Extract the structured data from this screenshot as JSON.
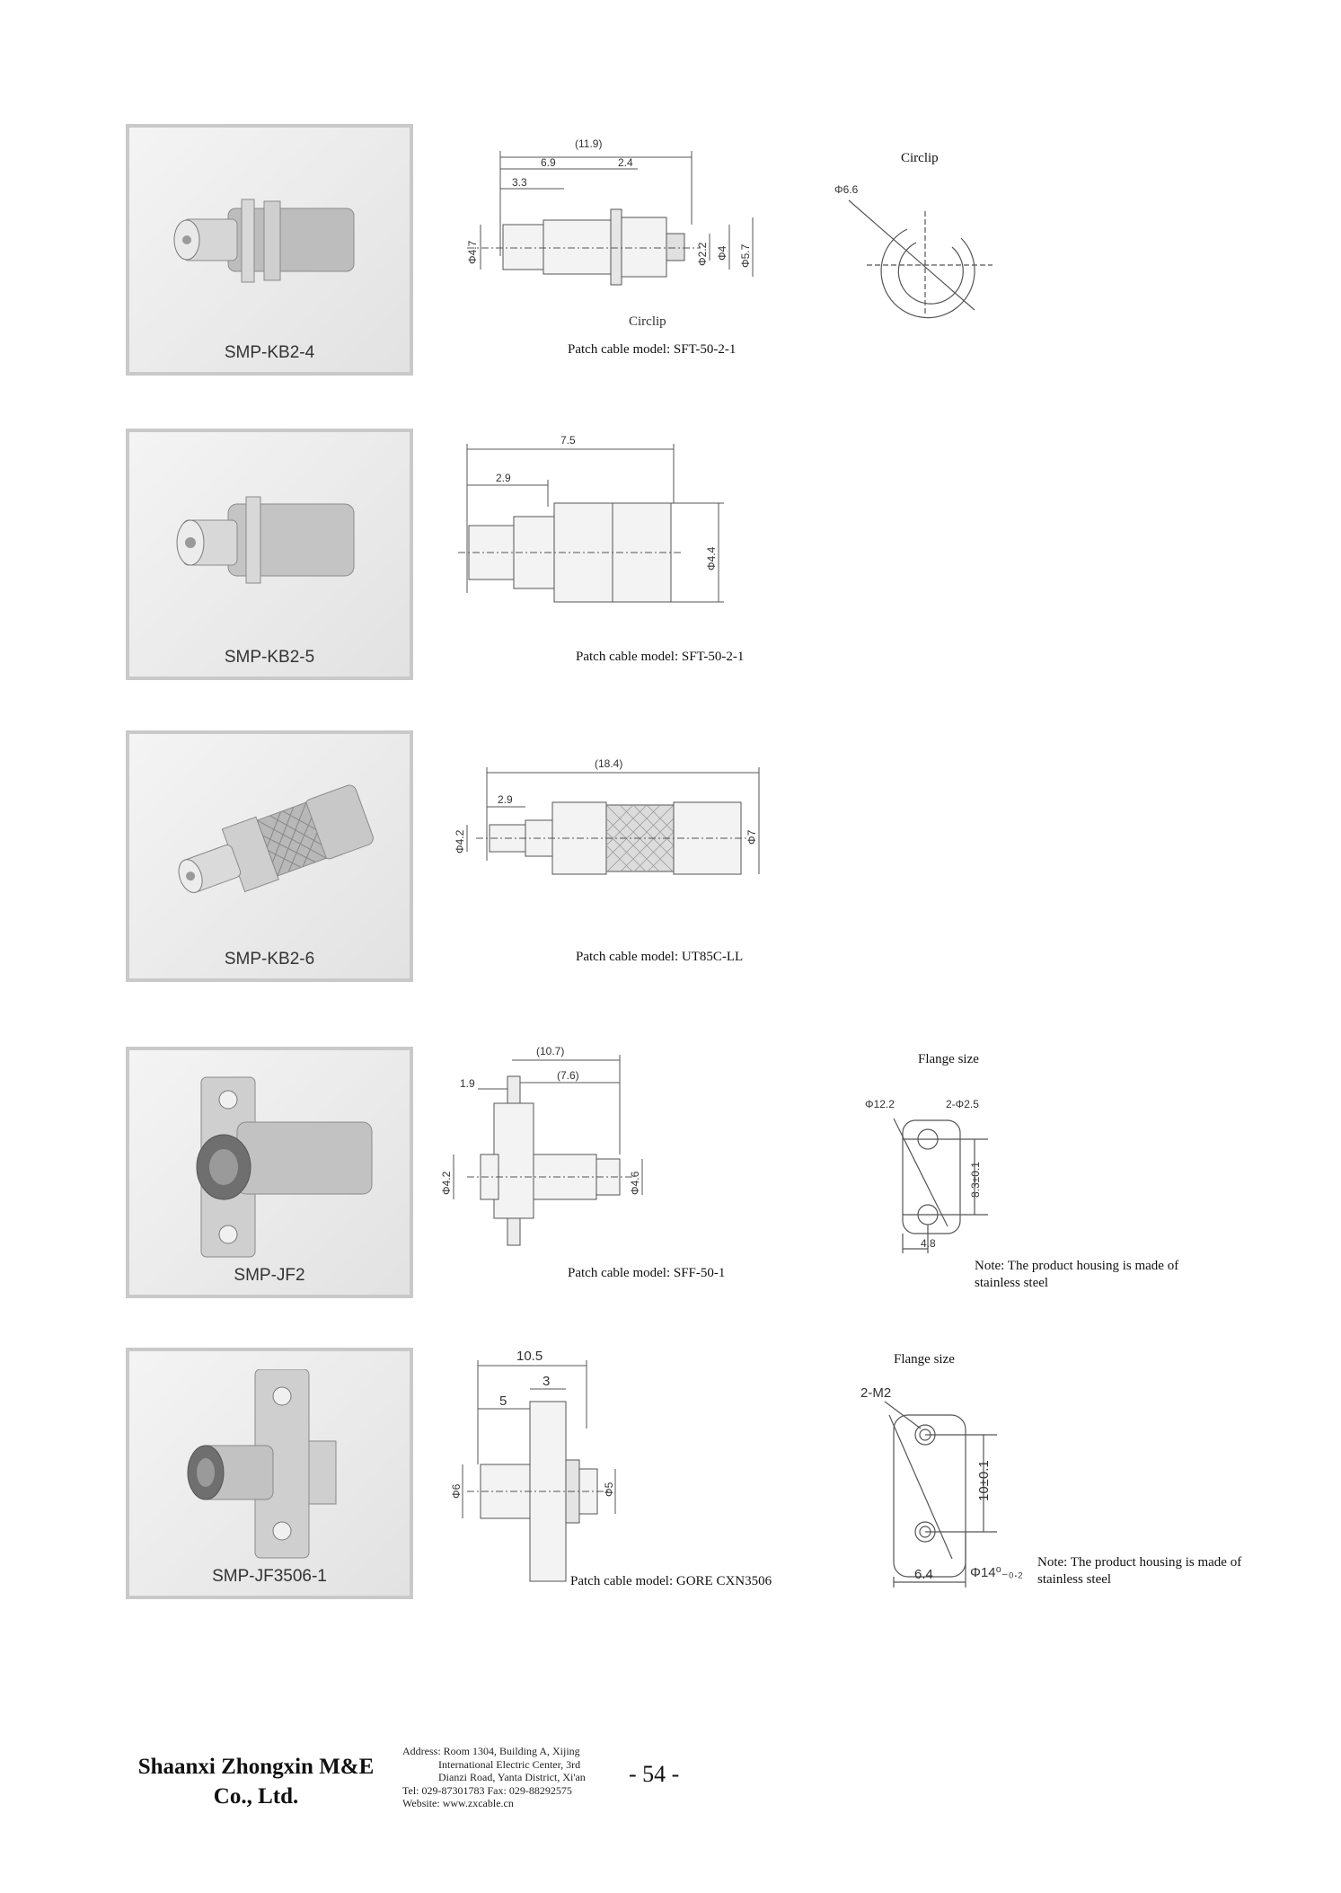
{
  "products": [
    {
      "model": "SMP-KB2-4",
      "caption": "Patch cable model: SFT-50-2-1",
      "dims": [
        "(11.9)",
        "6.9",
        "2.4",
        "3.3",
        "Φ4.7",
        "Φ2.2",
        "Φ4",
        "Φ5.7"
      ],
      "circlip_label": "Circlip",
      "side_title": "Circlip",
      "side_dims": [
        "Φ6.6"
      ]
    },
    {
      "model": "SMP-KB2-5",
      "caption": "Patch cable model: SFT-50-2-1",
      "dims": [
        "7.5",
        "2.9",
        "Φ4.4"
      ]
    },
    {
      "model": "SMP-KB2-6",
      "caption": "Patch cable model: UT85C-LL",
      "dims": [
        "(18.4)",
        "2.9",
        "Φ4.2",
        "Φ7"
      ]
    },
    {
      "model": "SMP-JF2",
      "caption": "Patch cable model: SFF-50-1",
      "dims": [
        "(10.7)",
        "(7.6)",
        "1.9",
        "Φ4.2",
        "Φ4.6"
      ],
      "side_title": "Flange size",
      "side_dims": [
        "Φ12.2",
        "2-Φ2.5",
        "8.3±0.1",
        "4.8"
      ],
      "note": "Note: The product housing is made of stainless steel"
    },
    {
      "model": "SMP-JF3506-1",
      "caption": "Patch cable model: GORE CXN3506",
      "dims": [
        "10.5",
        "3",
        "5",
        "Φ6",
        "Φ5"
      ],
      "side_title": "Flange size",
      "side_dims": [
        "2-M2",
        "10±0.1",
        "6.4",
        "Φ14⁰₋₀.₂"
      ],
      "note": "Note: The product housing is made of stainless steel"
    }
  ],
  "footer": {
    "company_line1": "Shaanxi Zhongxin M&E",
    "company_line2": "Co., Ltd.",
    "address_lines": [
      "Address: Room 1304, Building A, Xijing",
      "International Electric Center, 3rd",
      "Dianzi Road, Yanta District, Xi'an",
      "Tel: 029-87301783   Fax: 029-88292575",
      "Website: www.zxcable.cn"
    ],
    "page_number": "- 54 -"
  }
}
